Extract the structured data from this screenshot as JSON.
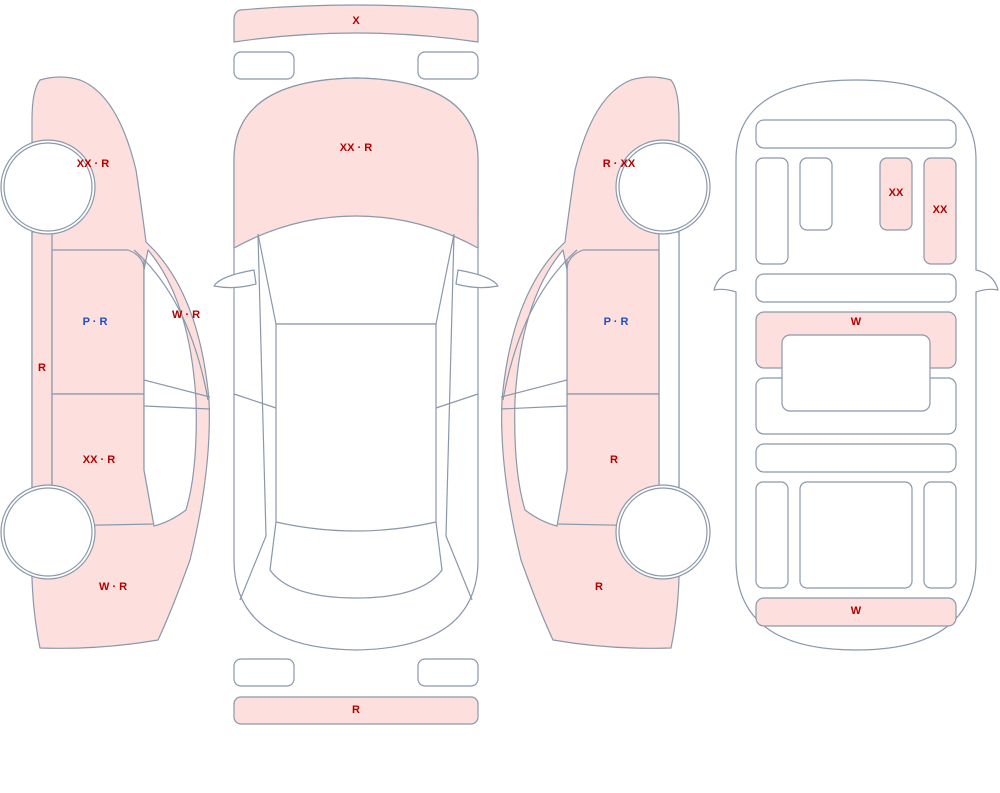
{
  "colors": {
    "damaged_fill": "#fde0dd",
    "outline": "#8a98ab",
    "label_red": "#b00000",
    "label_blue": "#1f4fbf"
  },
  "labels": {
    "top_front_bumper": "X",
    "top_hood": "XX · R",
    "top_rear_bumper": "R",
    "left_front_fender": "XX · R",
    "left_front_door": "P · R",
    "left_rear_door": "XX · R",
    "left_rear_quarter": "W · R",
    "left_rocker": "R",
    "left_windshield_pillar": "W · R",
    "right_front_fender": "R · XX",
    "right_front_door": "P · R",
    "right_rear_door": "R",
    "right_rear_quarter": "R",
    "interior_front_right_small": "XX",
    "interior_front_right_tall": "XX",
    "interior_middle_bar": "W",
    "interior_bottom_bar": "W"
  }
}
